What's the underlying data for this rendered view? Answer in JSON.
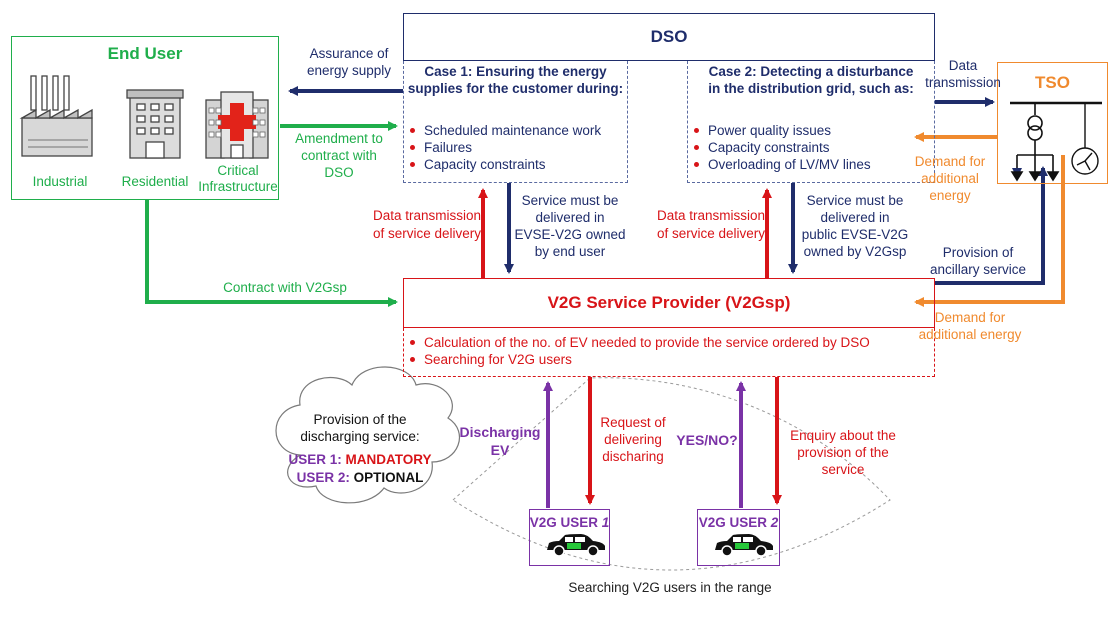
{
  "end_user": {
    "title": "End User",
    "industrial": "Industrial",
    "residential": "Residential",
    "critical_line1": "Critical",
    "critical_line2": "Infrastructure"
  },
  "dso": {
    "title": "DSO",
    "case1_title_line1": "Case 1: Ensuring the energy",
    "case1_title_line2": "supplies for the customer during:",
    "case1_items": [
      "Scheduled maintenance work",
      "Failures",
      "Capacity constraints"
    ],
    "case2_title_line1": "Case 2: Detecting a disturbance",
    "case2_title_line2": "in the distribution grid, such as:",
    "case2_items": [
      "Power quality issues",
      "Capacity constraints",
      "Overloading of LV/MV lines"
    ]
  },
  "tso": {
    "title": "TSO"
  },
  "v2gsp": {
    "title": "V2G Service Provider (V2Gsp)",
    "items": [
      "Calculation of the no. of EV needed to provide the service ordered by DSO",
      "Searching for V2G users"
    ]
  },
  "labels": {
    "assurance_l1": "Assurance of",
    "assurance_l2": "energy supply",
    "amendment_l1": "Amendment to",
    "amendment_l2": "contract with",
    "amendment_l3": "DSO",
    "contract_v2gsp": "Contract with V2Gsp",
    "data_tx_l1": "Data",
    "data_tx_l2": "transmission",
    "demand_l1": "Demand for",
    "demand_l2": "additional",
    "demand_l3": "energy",
    "dts1_l1": "Data transmission",
    "dts1_l2": "of service delivery",
    "svc1_l1": "Service must be",
    "svc1_l2": "delivered in",
    "svc1_l3": "EVSE-V2G owned",
    "svc1_l4": "by end user",
    "dts2_l1": "Data transmission",
    "dts2_l2": "of service delivery",
    "svc2_l1": "Service must be",
    "svc2_l2": "delivered in",
    "svc2_l3": "public EVSE-V2G",
    "svc2_l4": "owned by V2Gsp",
    "anc_l1": "Provision of",
    "anc_l2": "ancillary service",
    "demand2_l1": "Demand for",
    "demand2_l2": "additional energy",
    "discharging_l1": "Discharging",
    "discharging_l2": "EV",
    "request_l1": "Request of",
    "request_l2": "delivering",
    "request_l3": "discharing",
    "yesno": "YES/NO?",
    "enquiry_l1": "Enquiry about the",
    "enquiry_l2": "provision of the",
    "enquiry_l3": "service",
    "searching_range": "Searching V2G users in the range"
  },
  "cloud": {
    "line1": "Provision of the",
    "line2": "discharging service:",
    "user1_label": "USER 1: ",
    "user1_value": "MANDATORY",
    "user2_label": "USER 2: ",
    "user2_value": "OPTIONAL"
  },
  "users": {
    "user1_prefix": "V2G USER ",
    "user1_num": "1",
    "user2_prefix": "V2G USER ",
    "user2_num": "2"
  },
  "colors": {
    "navy": "#1f2d6b",
    "red": "#d81418",
    "green": "#1fae4b",
    "orange": "#f08a2e",
    "purple": "#7a32a6"
  }
}
